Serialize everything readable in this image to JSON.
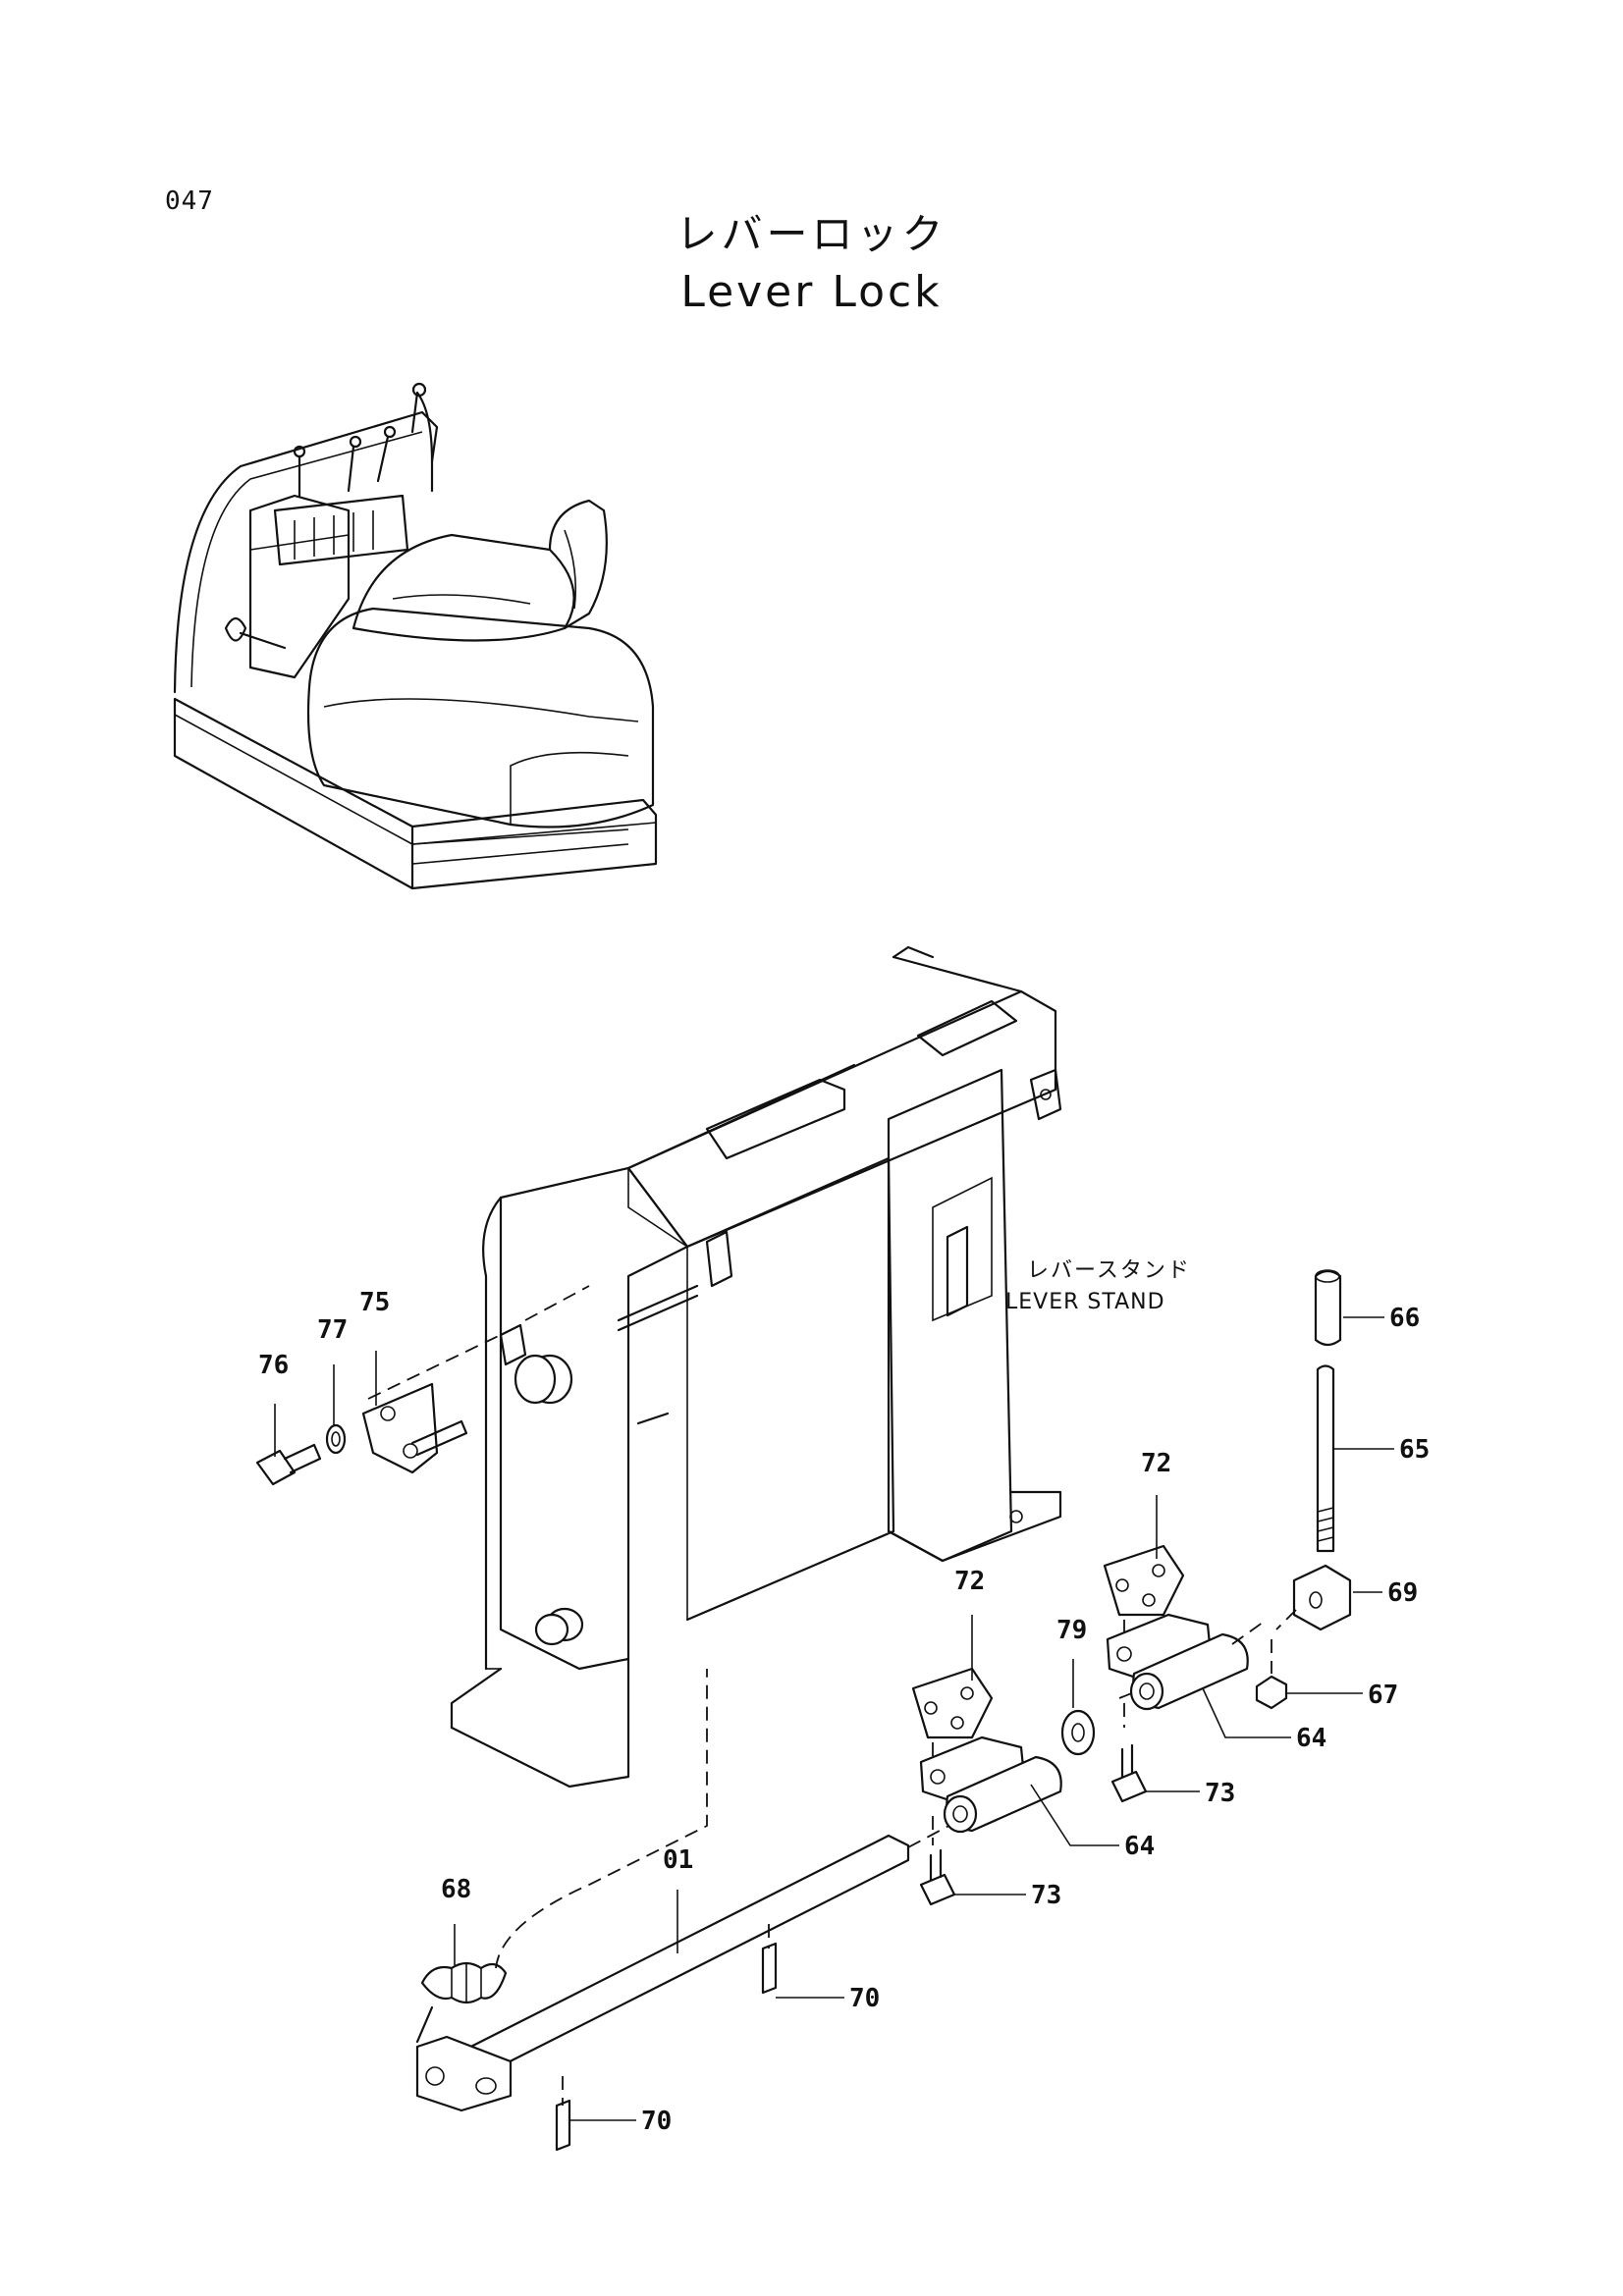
{
  "page_number": "047",
  "title_jp": "レバーロック",
  "title_en": "Lever Lock",
  "lever_stand_jp": "レバースタンド",
  "lever_stand_en": "LEVER STAND",
  "part_labels": [
    {
      "id": "66",
      "text": "66"
    },
    {
      "id": "65",
      "text": "65"
    },
    {
      "id": "75",
      "text": "75"
    },
    {
      "id": "77",
      "text": "77"
    },
    {
      "id": "76",
      "text": "76"
    },
    {
      "id": "72a",
      "text": "72"
    },
    {
      "id": "72b",
      "text": "72"
    },
    {
      "id": "69",
      "text": "69"
    },
    {
      "id": "79",
      "text": "79"
    },
    {
      "id": "67",
      "text": "67"
    },
    {
      "id": "64a",
      "text": "64"
    },
    {
      "id": "73a",
      "text": "73"
    },
    {
      "id": "64b",
      "text": "64"
    },
    {
      "id": "68",
      "text": "68"
    },
    {
      "id": "01",
      "text": "01"
    },
    {
      "id": "73b",
      "text": "73"
    },
    {
      "id": "70a",
      "text": "70"
    },
    {
      "id": "70b",
      "text": "70"
    }
  ]
}
